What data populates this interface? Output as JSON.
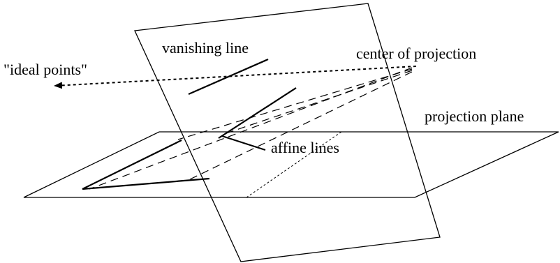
{
  "labels": {
    "vanishing_line": "vanishing line",
    "center_of_projection": "center of projection",
    "ideal_points": "\"ideal points\"",
    "projection_plane": "projection plane",
    "affine_lines": "affine lines"
  },
  "colors": {
    "stroke": "#000000",
    "background": "#ffffff"
  }
}
